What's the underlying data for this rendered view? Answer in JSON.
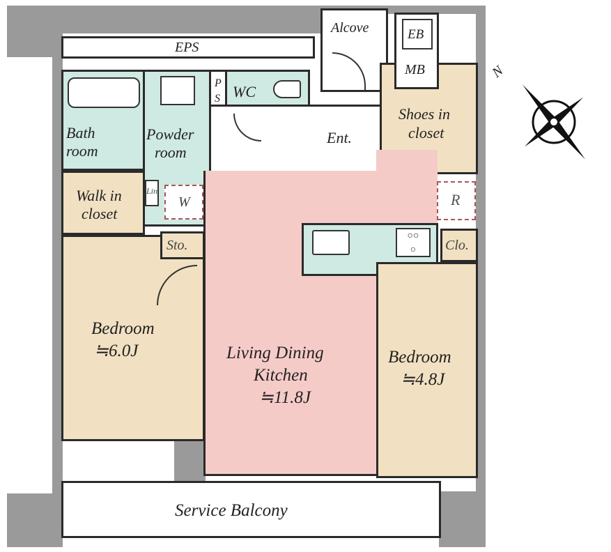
{
  "rooms": {
    "eps": "EPS",
    "alcove": "Alcove",
    "eb": "EB",
    "mb": "MB",
    "ps_p": "P",
    "ps_s": "S",
    "wc": "WC",
    "bathroom_1": "Bath",
    "bathroom_2": "room",
    "powder_1": "Powder",
    "powder_2": "room",
    "entrance": "Ent.",
    "shoes_1": "Shoes in",
    "shoes_2": "closet",
    "walkin_1": "Walk in",
    "walkin_2": "closet",
    "linen": "Lin",
    "washer": "W",
    "refrigerator": "R",
    "storage": "Sto.",
    "closet": "Clo.",
    "bedroom1_name": "Bedroom",
    "bedroom1_size": "≒6.0J",
    "ldk_1": "Living Dining",
    "ldk_2": "Kitchen",
    "ldk_size": "≒11.8J",
    "bedroom2_name": "Bedroom",
    "bedroom2_size": "≒4.8J",
    "balcony": "Service Balcony"
  },
  "compass": {
    "north_label": "N"
  },
  "colors": {
    "wet": "#cfe9e3",
    "ldk": "#f5cbc8",
    "bedroom": "#f1e1c2",
    "wall": "#9a9a9a"
  }
}
